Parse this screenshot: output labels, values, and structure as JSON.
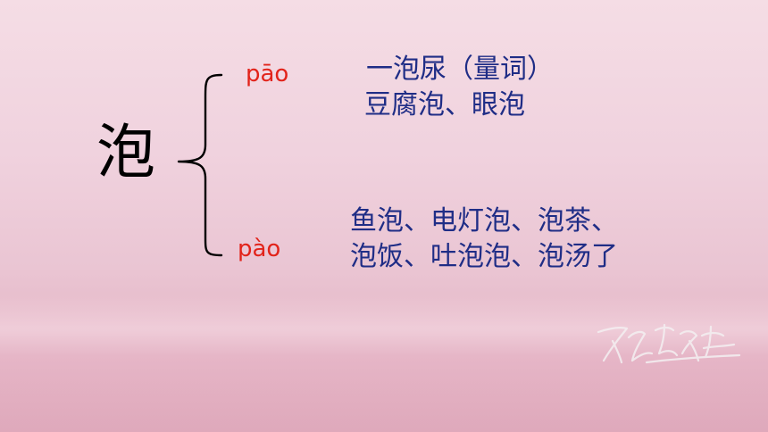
{
  "main_character": "泡",
  "readings": [
    {
      "pinyin": "pāo",
      "examples": [
        "一泡尿（量词）",
        "豆腐泡、眼泡"
      ]
    },
    {
      "pinyin": "pào",
      "examples": [
        "鱼泡、电灯泡、泡茶、",
        "泡饭、吐泡泡、泡汤了"
      ]
    }
  ],
  "colors": {
    "pinyin": "#e2231a",
    "examples": "#1f2d86",
    "character": "#000000",
    "background": "#f0d2de"
  },
  "decorations": {
    "bracket": "left-brace",
    "signature": "handwritten-signature-watermark"
  }
}
